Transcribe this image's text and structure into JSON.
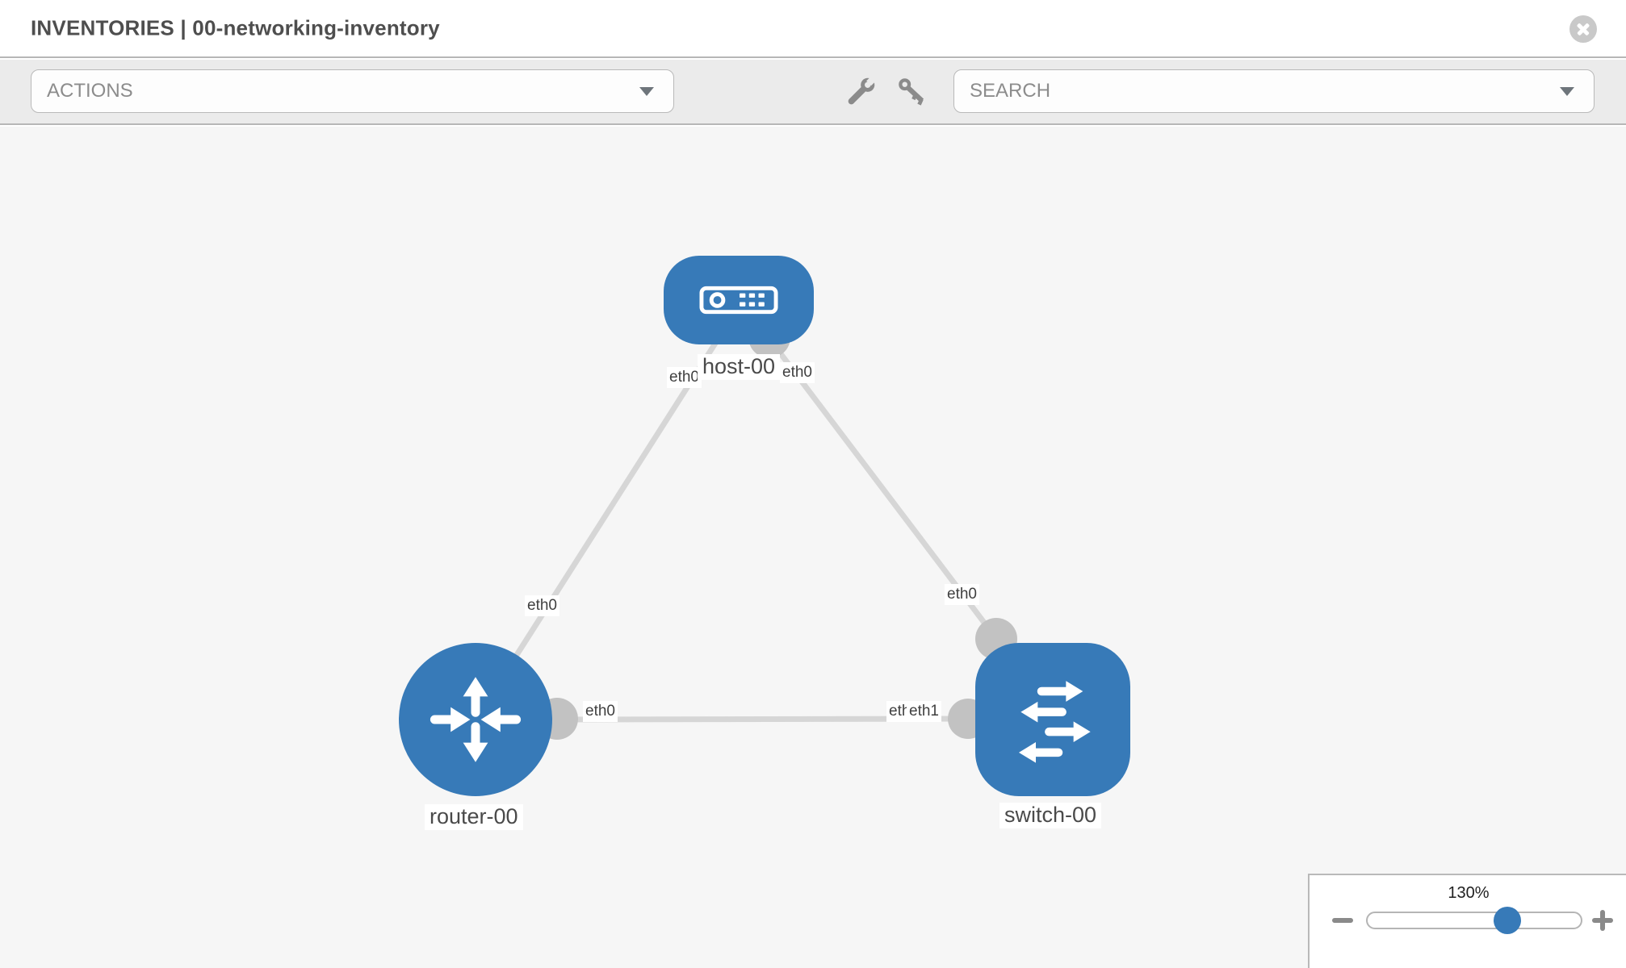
{
  "header": {
    "title": "INVENTORIES | 00-networking-inventory",
    "close_icon": "x-circle"
  },
  "toolbar": {
    "actions_label": "ACTIONS",
    "search_placeholder": "SEARCH",
    "icons": [
      "wrench-icon",
      "key-icon"
    ]
  },
  "canvas": {
    "nodes": [
      {
        "id": "host-00",
        "type": "host",
        "label": "host-00"
      },
      {
        "id": "router-00",
        "type": "router",
        "label": "router-00"
      },
      {
        "id": "switch-00",
        "type": "switch",
        "label": "switch-00"
      }
    ],
    "interface_labels": [
      "eth0",
      "eth0",
      "eth0",
      "eth0",
      "eth0",
      "eth0",
      "eth1"
    ],
    "links": [
      {
        "from": "router-00",
        "from_interface": "eth0",
        "to": "host-00",
        "to_interface": "eth0"
      },
      {
        "from": "host-00",
        "from_interface": "eth0",
        "to": "switch-00",
        "to_interface": "eth0"
      },
      {
        "from": "router-00",
        "from_interface": "eth0",
        "to": "switch-00",
        "to_interfaces": [
          "eth0",
          "eth1"
        ]
      }
    ]
  },
  "zoom_control": {
    "value": "130%",
    "slider_percent": 65
  },
  "colors": {
    "node_blue": "#377ab8",
    "link_gray": "#d6d6d6",
    "port_gray": "#c2c2c2",
    "toolbar_bg": "#ebebeb",
    "canvas_bg": "#f6f6f6",
    "border_gray": "#b7b7b7",
    "icon_gray": "#8b8b8b"
  }
}
